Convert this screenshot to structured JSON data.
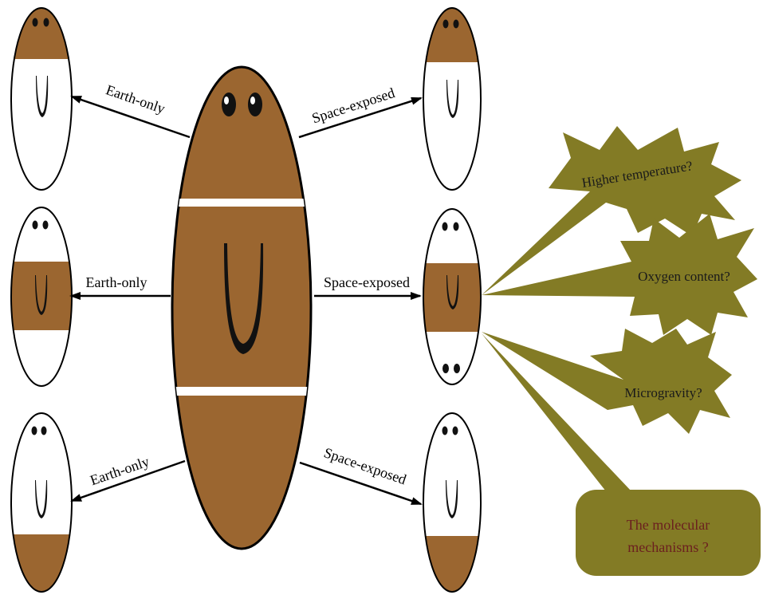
{
  "colors": {
    "body": "#9b6630",
    "outline": "#000000",
    "eye": "#111111",
    "callout": "#837b25",
    "question_text": "#1a1a1a",
    "box_text": "#6b1f1f",
    "background": "#ffffff"
  },
  "arrows": {
    "top_left": "Earth-only",
    "mid_left": "Earth-only",
    "bottom_left": "Earth-only",
    "top_right": "Space-exposed",
    "mid_right": "Space-exposed",
    "bottom_right": "Space-exposed"
  },
  "questions": {
    "temperature": "Higher temperature?",
    "oxygen": "Oxygen content?",
    "microgravity": "Microgravity?"
  },
  "mechanism_box": {
    "line1": "The molecular",
    "line2": "mechanisms ?"
  }
}
